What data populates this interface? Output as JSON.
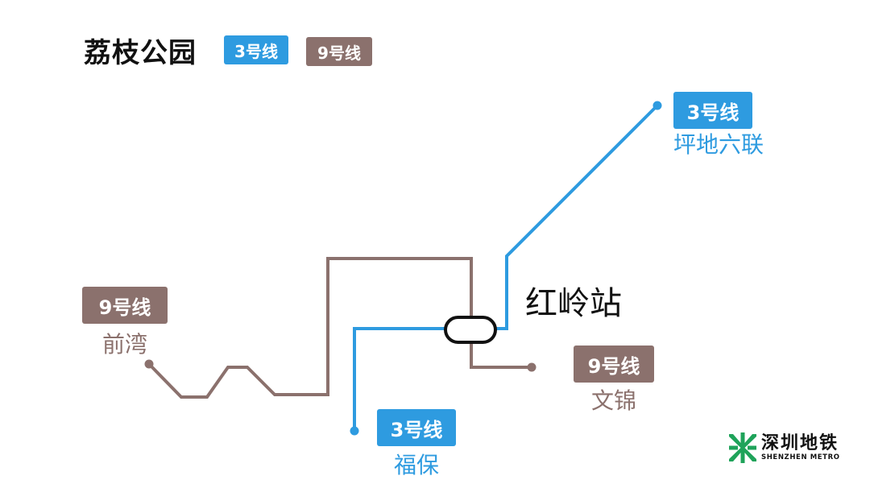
{
  "title": "荔枝公园",
  "header_badges": [
    {
      "label": "3号线",
      "color": "#2e9be0"
    },
    {
      "label": "9号线",
      "color": "#8b716d"
    }
  ],
  "station": "红岭站",
  "colors": {
    "line3": "#2e9be0",
    "line9": "#8b716d",
    "station_outline": "#111111"
  },
  "destinations": {
    "line3_north": {
      "badge": "3号线",
      "name": "坪地六联"
    },
    "line3_south": {
      "badge": "3号线",
      "name": "福保"
    },
    "line9_west": {
      "badge": "9号线",
      "name": "前湾"
    },
    "line9_east": {
      "badge": "9号线",
      "name": "文锦"
    }
  },
  "logo": {
    "icon": "shenzhen-metro-logo-icon",
    "name_cn": "深圳地铁",
    "name_en": "SHENZHEN METRO",
    "color": "#1fa35a"
  }
}
